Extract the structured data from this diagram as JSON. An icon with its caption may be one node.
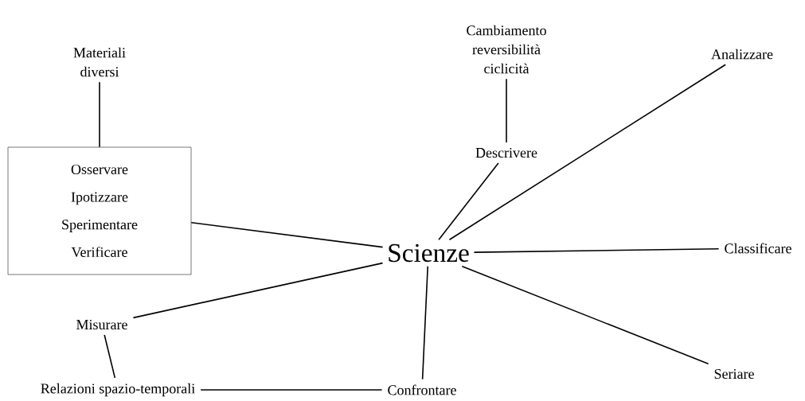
{
  "diagram": {
    "nodes": [
      {
        "text": [
          "Materiali diversi"
        ]
      },
      {
        "text": [
          "Osservare",
          "Ipotizzare",
          "Sperimentare",
          "Verificare"
        ]
      },
      {
        "text": [
          "Cambiamento reversibilità ciclicità"
        ]
      },
      {
        "text": [
          "Descrivere"
        ]
      },
      {
        "text": [
          "Analizzare"
        ]
      },
      {
        "text": [
          "Scienze"
        ]
      },
      {
        "text": [
          "Classificare"
        ]
      },
      {
        "text": [
          "Misurare"
        ]
      },
      {
        "text": [
          "Seriare"
        ]
      },
      {
        "text": [
          "Relazioni spazio-temporali"
        ]
      },
      {
        "text": [
          "Confrontare"
        ]
      }
    ],
    "edges": [
      {
        "from": 0,
        "to": 1,
        "arrow": "none"
      },
      {
        "from": 2,
        "to": 3,
        "arrow": "none"
      },
      {
        "from": 3,
        "to": 5,
        "arrow": "none"
      },
      {
        "from": 5,
        "to": 4,
        "arrow": "none"
      },
      {
        "from": 1,
        "to": 5,
        "arrow": "none"
      },
      {
        "from": 5,
        "to": 6,
        "arrow": "none"
      },
      {
        "from": 7,
        "to": 5,
        "arrow": "none"
      },
      {
        "from": 5,
        "to": 8,
        "arrow": "none"
      },
      {
        "from": 5,
        "to": 10,
        "arrow": "none"
      },
      {
        "from": 7,
        "to": 9,
        "arrow": "none"
      },
      {
        "from": 9,
        "to": 10,
        "arrow": "none"
      }
    ]
  }
}
